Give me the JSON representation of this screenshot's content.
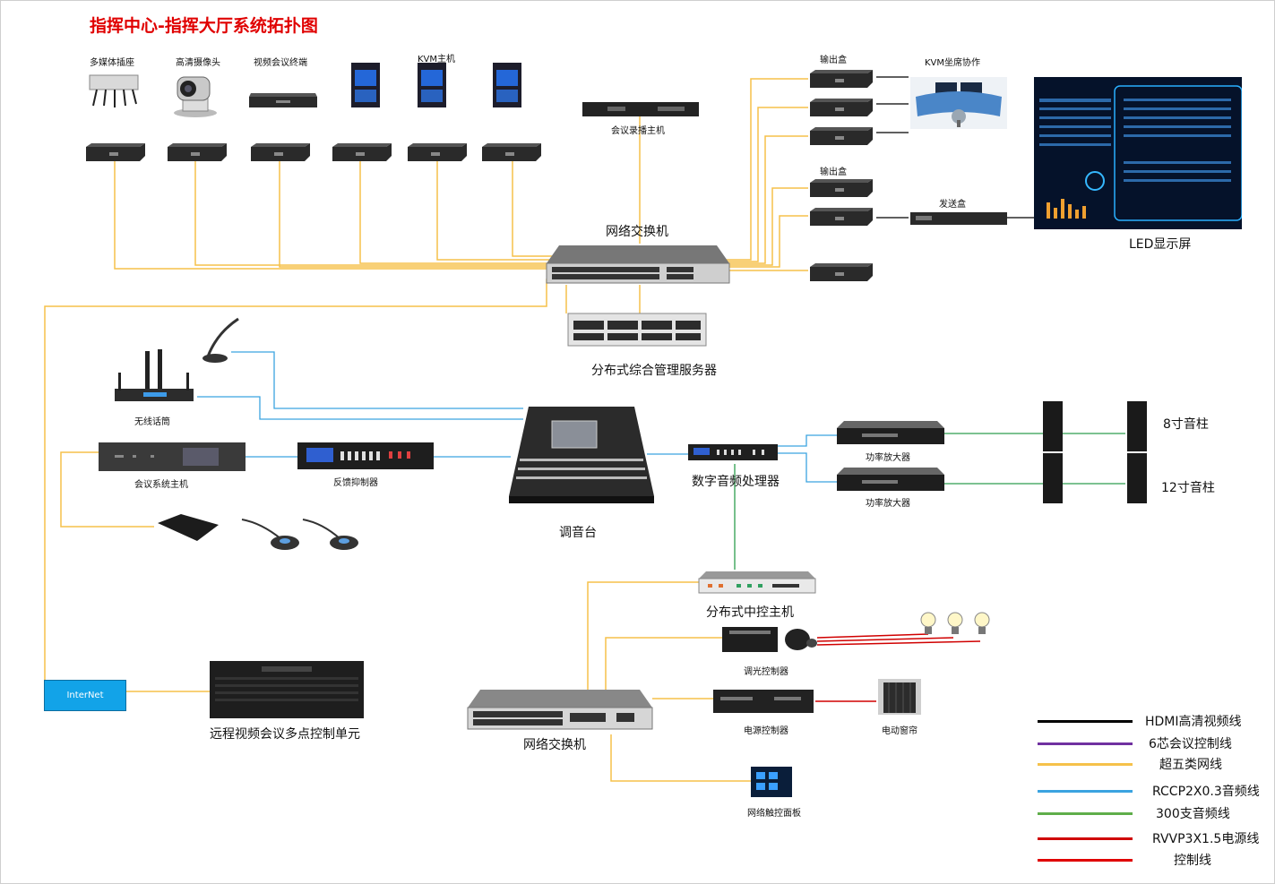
{
  "title": "指挥中心-指挥大厅系统拓扑图",
  "colors": {
    "hdmi": "#000000",
    "control6": "#7030a0",
    "cat5e": "#f5c14a",
    "rccp_audio": "#3ba3e0",
    "audio300": "#2e9e4f",
    "power": "#d00000",
    "control": "#e00000"
  },
  "labels": {
    "multimedia_socket": "多媒体插座",
    "hd_camera": "高清摄像头",
    "video_terminal": "视频会议终端",
    "kvm_host": "KVM主机",
    "recorder": "会议录播主机",
    "output_box_1": "输出盒",
    "output_box_2": "输出盒",
    "kvm_seat": "KVM坐席协作",
    "sender_box": "发送盒",
    "led_screen": "LED显示屏",
    "net_switch_top": "网络交换机",
    "server": "分布式综合管理服务器",
    "wireless_mic": "无线话筒",
    "conf_host": "会议系统主机",
    "feedback": "反馈抑制器",
    "mixer": "调音台",
    "dsp": "数字音频处理器",
    "amp_1": "功率放大器",
    "amp_2": "功率放大器",
    "column_8": "8寸音柱",
    "column_12": "12寸音柱",
    "central_ctrl": "分布式中控主机",
    "dimmer": "调光控制器",
    "power_ctrl": "电源控制器",
    "curtain": "电动窗帘",
    "net_switch_bottom": "网络交换机",
    "touch_panel": "网络触控面板",
    "internet": "InterNet",
    "mcu": "远程视频会议多点控制单元"
  },
  "legend": [
    {
      "label": "HDMI高清视频线",
      "color": "#000000"
    },
    {
      "label": "6芯会议控制线",
      "color": "#7030a0"
    },
    {
      "label": "超五类网线",
      "color": "#f5c14a"
    },
    {
      "label": "RCCP2X0.3音频线",
      "color": "#3ba3e0"
    },
    {
      "label": "300支音频线",
      "color": "#5fae4a"
    },
    {
      "label": "RVVP3X1.5电源线",
      "color": "#d00000"
    },
    {
      "label": "控制线",
      "color": "#e00000"
    }
  ]
}
